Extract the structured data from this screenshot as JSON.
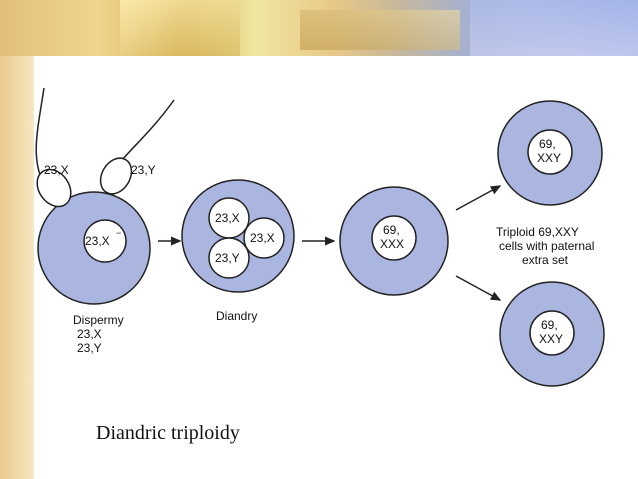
{
  "caption": "Diandric triploidy",
  "labels": {
    "sperm1": "23,X",
    "sperm2": "23,Y",
    "egg_nucleus": "23,X",
    "egg_nucleus_sup": "−",
    "dispermy_title": "Dispermy",
    "dispermy_line1": "23,X",
    "dispermy_line2": "23,Y",
    "diandry_n1": "23,X",
    "diandry_n2": "23,X",
    "diandry_n3": "23,Y",
    "diandry_title": "Diandry",
    "mid_line1": "69,",
    "mid_line2": "XXX",
    "top_line1": "69,",
    "top_line2": "XXY",
    "bottom_line1": "69,",
    "bottom_line2": "XXY",
    "result_line1": "Triploid 69,XXY",
    "result_line2": "cells with paternal",
    "result_line3": "extra set"
  },
  "colors": {
    "cell_fill": "#aab5e0",
    "nucleus_fill": "#ffffff",
    "stroke": "#222222"
  }
}
